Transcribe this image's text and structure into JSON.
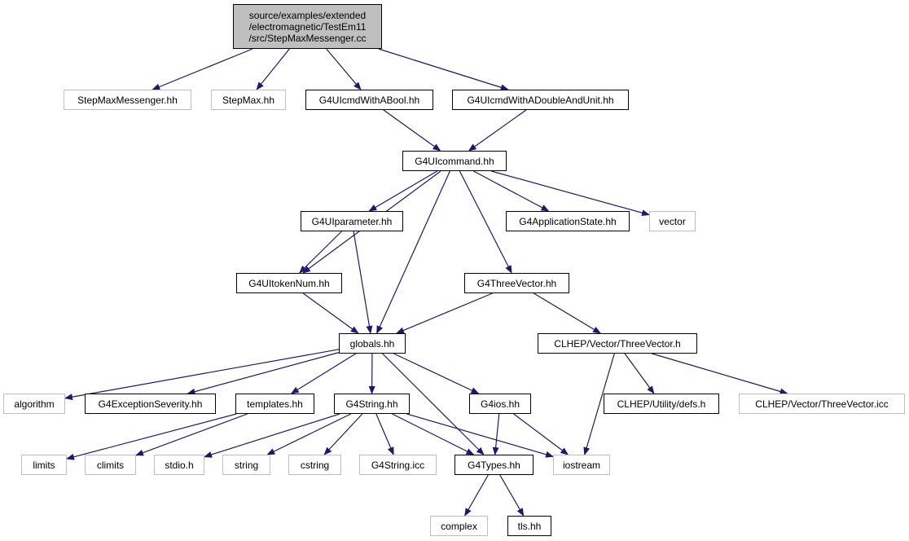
{
  "diagram": {
    "root": {
      "lines": [
        "source/examples/extended",
        "/electromagnetic/TestEm11",
        "/src/StepMaxMessenger.cc"
      ]
    },
    "nodes": {
      "stepmaxmessenger_hh": "StepMaxMessenger.hh",
      "stepmax_hh": "StepMax.hh",
      "g4uicmdwithabool_hh": "G4UIcmdWithABool.hh",
      "g4uicmdwithadoubleandunit_hh": "G4UIcmdWithADoubleAndUnit.hh",
      "g4uicommand_hh": "G4UIcommand.hh",
      "g4uiparameter_hh": "G4UIparameter.hh",
      "g4applicationstate_hh": "G4ApplicationState.hh",
      "vector": "vector",
      "g4uitokennum_hh": "G4UItokenNum.hh",
      "g4threevector_hh": "G4ThreeVector.hh",
      "globals_hh": "globals.hh",
      "clhep_threevector_h": "CLHEP/Vector/ThreeVector.h",
      "algorithm": "algorithm",
      "g4exceptionseverity_hh": "G4ExceptionSeverity.hh",
      "templates_hh": "templates.hh",
      "g4string_hh": "G4String.hh",
      "g4ios_hh": "G4ios.hh",
      "clhep_defs_h": "CLHEP/Utility/defs.h",
      "clhep_threevector_icc": "CLHEP/Vector/ThreeVector.icc",
      "limits": "limits",
      "climits": "climits",
      "stdio_h": "stdio.h",
      "string": "string",
      "cstring": "cstring",
      "g4string_icc": "G4String.icc",
      "g4types_hh": "G4Types.hh",
      "iostream": "iostream",
      "complex": "complex",
      "tls_hh": "tls.hh"
    },
    "edges": [
      [
        "root",
        "stepmaxmessenger_hh"
      ],
      [
        "root",
        "stepmax_hh"
      ],
      [
        "root",
        "g4uicmdwithabool_hh"
      ],
      [
        "root",
        "g4uicmdwithadoubleandunit_hh"
      ],
      [
        "g4uicmdwithabool_hh",
        "g4uicommand_hh"
      ],
      [
        "g4uicmdwithadoubleandunit_hh",
        "g4uicommand_hh"
      ],
      [
        "g4uicommand_hh",
        "g4uiparameter_hh"
      ],
      [
        "g4uicommand_hh",
        "g4applicationstate_hh"
      ],
      [
        "g4uicommand_hh",
        "vector"
      ],
      [
        "g4uicommand_hh",
        "g4uitokennum_hh"
      ],
      [
        "g4uicommand_hh",
        "g4threevector_hh"
      ],
      [
        "g4uicommand_hh",
        "globals_hh"
      ],
      [
        "g4uiparameter_hh",
        "g4uitokennum_hh"
      ],
      [
        "g4uiparameter_hh",
        "globals_hh"
      ],
      [
        "g4uitokennum_hh",
        "globals_hh"
      ],
      [
        "g4threevector_hh",
        "globals_hh"
      ],
      [
        "g4threevector_hh",
        "clhep_threevector_h"
      ],
      [
        "globals_hh",
        "algorithm"
      ],
      [
        "globals_hh",
        "g4exceptionseverity_hh"
      ],
      [
        "globals_hh",
        "templates_hh"
      ],
      [
        "globals_hh",
        "g4string_hh"
      ],
      [
        "globals_hh",
        "g4ios_hh"
      ],
      [
        "globals_hh",
        "g4types_hh"
      ],
      [
        "clhep_threevector_h",
        "clhep_defs_h"
      ],
      [
        "clhep_threevector_h",
        "clhep_threevector_icc"
      ],
      [
        "clhep_threevector_h",
        "iostream"
      ],
      [
        "templates_hh",
        "limits"
      ],
      [
        "templates_hh",
        "climits"
      ],
      [
        "g4string_hh",
        "stdio_h"
      ],
      [
        "g4string_hh",
        "string"
      ],
      [
        "g4string_hh",
        "cstring"
      ],
      [
        "g4string_hh",
        "g4string_icc"
      ],
      [
        "g4string_hh",
        "g4types_hh"
      ],
      [
        "g4string_hh",
        "iostream"
      ],
      [
        "g4ios_hh",
        "g4types_hh"
      ],
      [
        "g4ios_hh",
        "iostream"
      ],
      [
        "g4types_hh",
        "complex"
      ],
      [
        "g4types_hh",
        "tls_hh"
      ]
    ],
    "colors": {
      "edge": "#191970",
      "root_fill": "#bfbfbf",
      "solid_border": "#000000",
      "ghost_border": "#bfbfbf"
    }
  }
}
